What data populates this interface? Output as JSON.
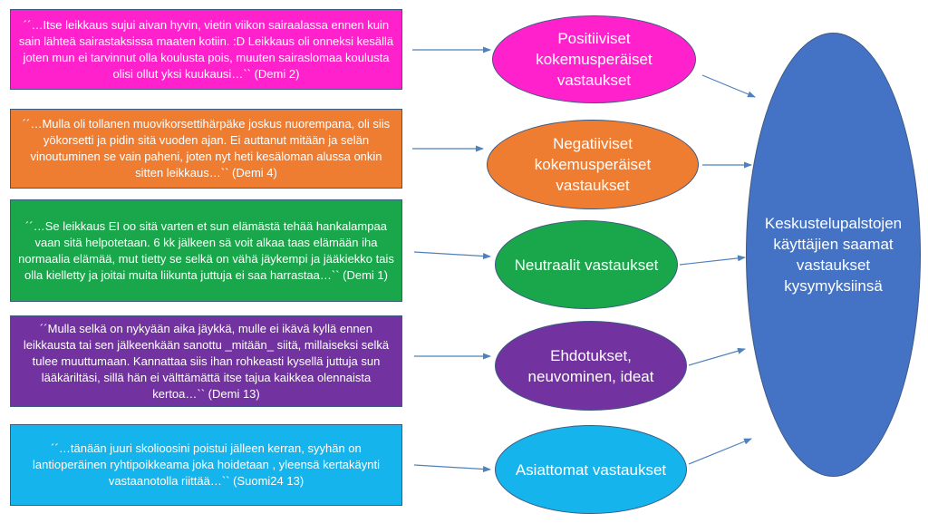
{
  "quotes": [
    {
      "text": "´´…Itse leikkaus sujui aivan hyvin, vietin viikon sairaalassa ennen kuin sain lähteä sairastaksissa maaten kotiin. :D Leikkaus oli onneksi kesällä joten mun ei tarvinnut olla koulusta pois, muuten sairaslomaa koulusta olisi ollut yksi kuukausi…`` (Demi 2)",
      "color": "#ff22cc"
    },
    {
      "text": "´´…Mulla oli tollanen muovikorsettihärpäke joskus nuorempana, oli siis yökorsetti ja pidin sitä vuoden ajan. Ei auttanut mitään ja selän vinoutuminen se vain paheni, joten nyt heti kesäloman alussa onkin sitten leikkaus…`` (Demi 4)",
      "color": "#ef7d31"
    },
    {
      "text": "´´…Se leikkaus EI oo sitä varten et sun elämästä tehää hankalampaa vaan sitä helpotetaan. 6 kk jälkeen sä voit alkaa taas elämään iha normaalia elämää, mut tietty se selkä on vähä jäykempi ja jääkiekko tais olla kielletty ja joitai muita liikunta juttuja ei saa harrastaa…`` (Demi 1)",
      "color": "#1aa64a"
    },
    {
      "text": "´´Mulla selkä on nykyään aika jäykkä, mulle ei ikävä kyllä ennen leikkausta tai sen jälkeenkään sanottu _mitään_ siitä, millaiseksi selkä tulee muuttumaan. Kannattaa siis ihan rohkeasti kysellä juttuja sun lääkäriltäsi, sillä hän ei välttämättä itse tajua kaikkea olennaista kertoa…`` (Demi 13)",
      "color": "#7233a0"
    },
    {
      "text": "´´…tänään juuri skolioosini poistui jälleen kerran, syyhän on lantioperäinen ryhtipoikkeama joka hoidetaan , yleensä kertakäynti vastaanotolla riittää…`` (Suomi24 13)",
      "color": "#16b4ec"
    }
  ],
  "categories": [
    {
      "label": "Positiiviset kokemusperäiset vastaukset",
      "color": "#ff22cc"
    },
    {
      "label": "Negatiiviset kokemusperäiset vastaukset",
      "color": "#ef7d31"
    },
    {
      "label": "Neutraalit vastaukset",
      "color": "#1aa64a"
    },
    {
      "label": "Ehdotukset, neuvominen, ideat",
      "color": "#7233a0"
    },
    {
      "label": "Asiattomat vastaukset",
      "color": "#16b4ec"
    }
  ],
  "summary": {
    "label": "Keskustelupalstojen käyttäjien saamat vastaukset kysymyksiinsä",
    "color": "#4472c4"
  },
  "arrow_color": "#4f81bd"
}
